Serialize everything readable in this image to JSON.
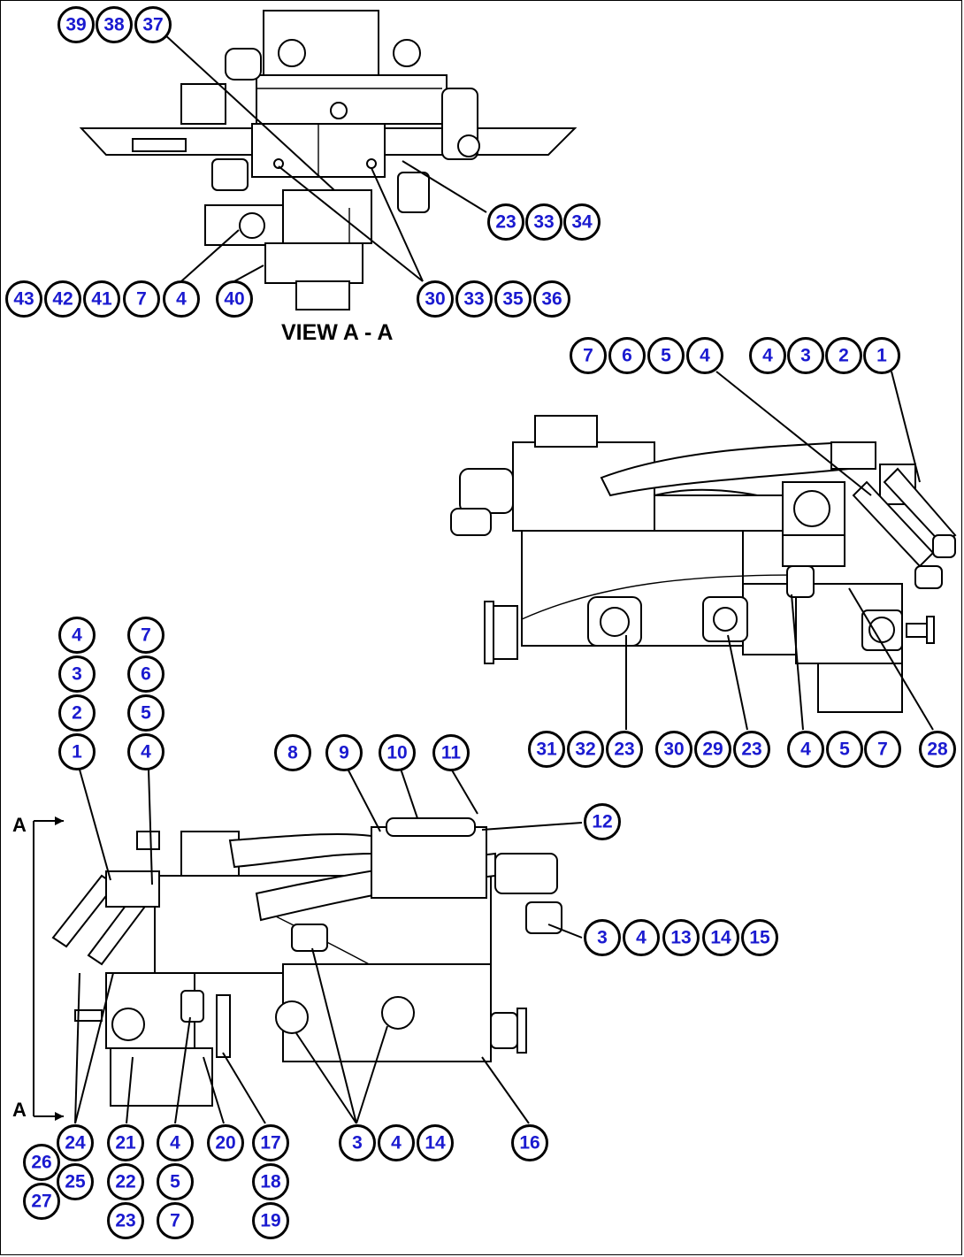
{
  "view_caption": "VIEW A - A",
  "section_marks": {
    "top": "A",
    "bottom": "A"
  },
  "balloons": {
    "b01": "39",
    "b02": "38",
    "b03": "37",
    "b04": "23",
    "b05": "33",
    "b06": "34",
    "b07": "43",
    "b08": "42",
    "b09": "41",
    "b10": "7",
    "b11": "4",
    "b12": "40",
    "b13": "30",
    "b14": "33",
    "b15": "35",
    "b16": "36",
    "b17": "7",
    "b18": "6",
    "b19": "5",
    "b20": "4",
    "b21": "4",
    "b22": "3",
    "b23": "2",
    "b24": "1",
    "b25": "31",
    "b26": "32",
    "b27": "23",
    "b28": "30",
    "b29": "29",
    "b30": "23",
    "b31": "4",
    "b32": "5",
    "b33": "7",
    "b34": "28",
    "b35": "4",
    "b36": "3",
    "b37": "2",
    "b38": "1",
    "b39": "7",
    "b40": "6",
    "b41": "5",
    "b42": "4",
    "b43": "8",
    "b44": "9",
    "b45": "10",
    "b46": "11",
    "b47": "12",
    "b48": "3",
    "b49": "4",
    "b50": "13",
    "b51": "14",
    "b52": "15",
    "b53": "24",
    "b54": "26",
    "b55": "25",
    "b56": "27",
    "b57": "21",
    "b58": "22",
    "b59": "23",
    "b60": "4",
    "b61": "5",
    "b62": "7",
    "b63": "20",
    "b64": "17",
    "b65": "18",
    "b66": "19",
    "b67": "3",
    "b68": "4",
    "b69": "14",
    "b70": "16"
  }
}
